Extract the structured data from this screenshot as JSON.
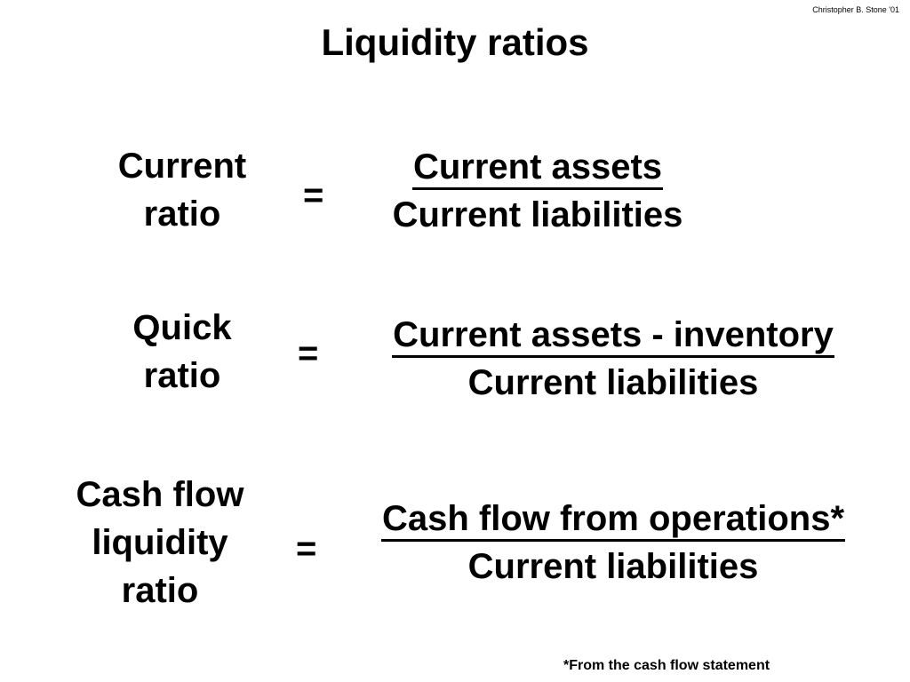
{
  "credit": "Christopher B. Stone '01",
  "title": "Liquidity ratios",
  "ratios": [
    {
      "name_lines": [
        "Current",
        "ratio"
      ],
      "equals": "=",
      "numerator": "Current assets",
      "denominator": "Current liabilities"
    },
    {
      "name_lines": [
        "Quick",
        "ratio"
      ],
      "equals": "=",
      "numerator": "Current assets - inventory",
      "denominator": "Current liabilities"
    },
    {
      "name_lines": [
        "Cash flow",
        "liquidity",
        "ratio"
      ],
      "equals": "=",
      "numerator": "Cash flow from operations*",
      "denominator": "Current liabilities"
    }
  ],
  "footnote": "*From the cash flow statement"
}
